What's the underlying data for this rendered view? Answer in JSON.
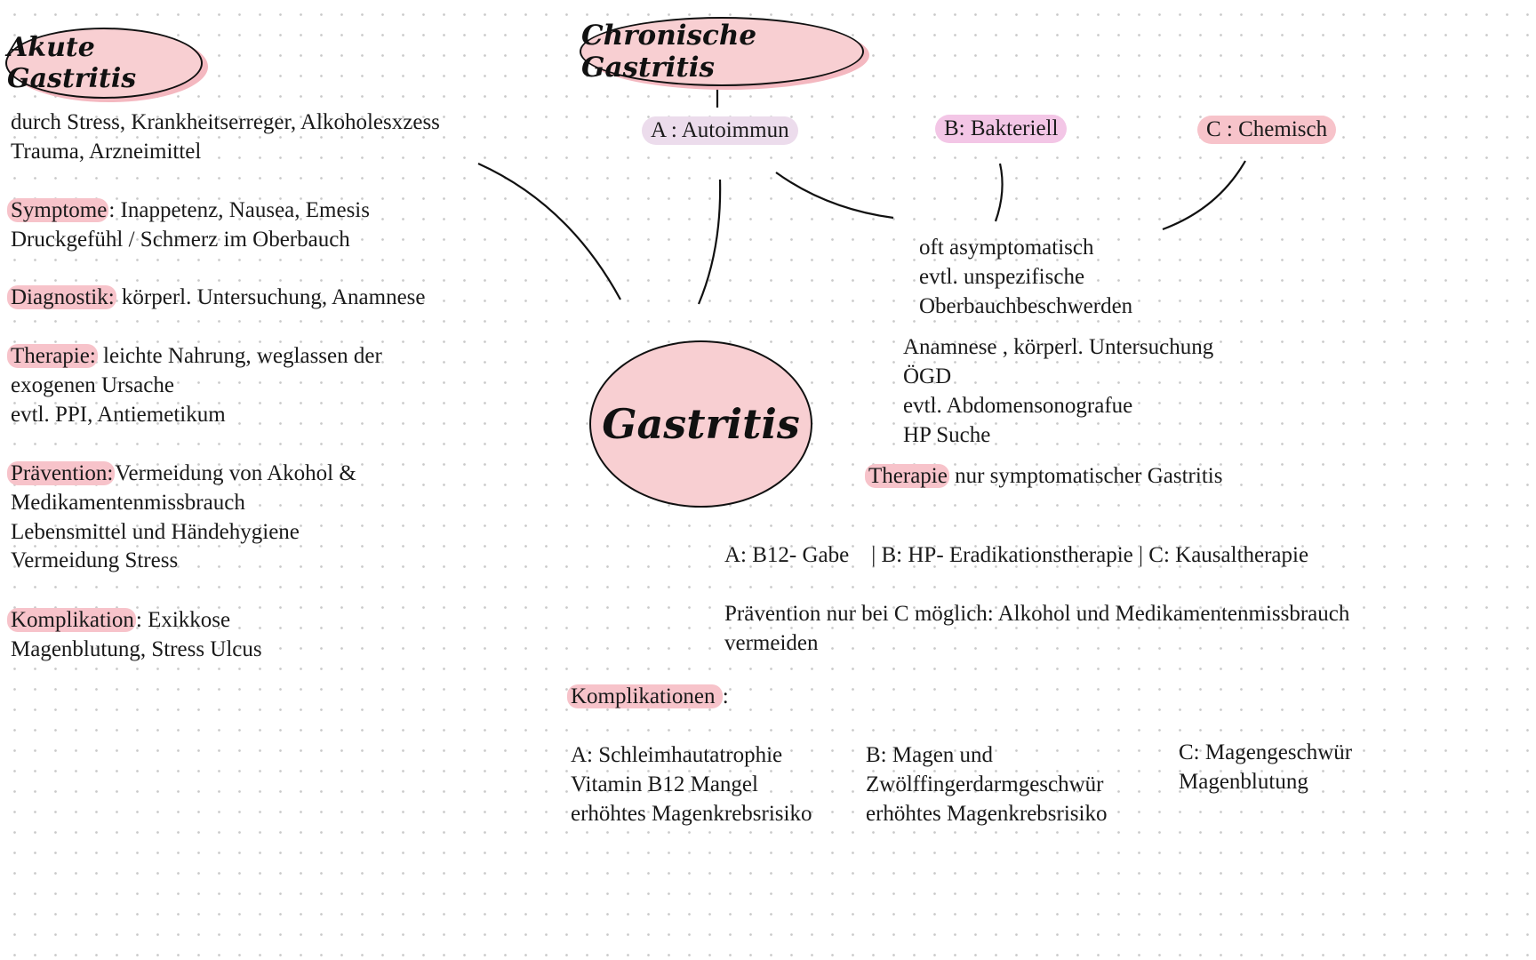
{
  "titles": {
    "acute": "Akute Gastritis",
    "chronic": "Chronische Gastritis",
    "center": "Gastritis"
  },
  "types": {
    "a": "A : Autoimmun",
    "b": "B: Bakteriell",
    "c": "C : Chemisch"
  },
  "acute": {
    "cause1": "durch Stress, Krankheitserreger, Alkoholesxzess",
    "cause2": "Trauma, Arzneimittel",
    "sym_label": "Symptome",
    "sym1": ": Inappetenz, Nausea, Emesis",
    "sym2": "Druckgefühl / Schmerz im Oberbauch",
    "diag_label": "Diagnostik:",
    "diag1": " körperl. Untersuchung, Anamnese",
    "ther_label": "Therapie:",
    "ther1": " leichte Nahrung, weglassen der",
    "ther2": "exogenen Ursache",
    "ther3": "evtl. PPI, Antiemetikum",
    "prev_label": "Prävention:",
    "prev1": "Vermeidung von Akohol &",
    "prev2": "Medikamentenmissbrauch",
    "prev3": "Lebensmittel und Händehygiene",
    "prev4": "Vermeidung Stress",
    "comp_label": "Komplikation",
    "comp1": ": Exikkose",
    "comp2": "Magenblutung, Stress Ulcus"
  },
  "chronic": {
    "sym1": "oft asymptomatisch",
    "sym2": "evtl. unspezifische",
    "sym3": "Oberbauchbeschwerden",
    "diag1": "Anamnese , körperl. Untersuchung",
    "diag2": "ÖGD",
    "diag3": "evtl. Abdomensonografue",
    "diag4": "HP Suche",
    "ther_label": "Therapie",
    "ther1": " nur symptomatischer Gastritis",
    "ther_abc": "A: B12- Gabe    | B: HP- Eradikationstherapie | C: Kausaltherapie",
    "prev1": "Prävention nur bei C möglich: Alkohol und Medikamentenmissbrauch",
    "prev2": "vermeiden",
    "comp_label": "Komplikationen ",
    "comp_colon": ":",
    "comp_a": [
      "A: Schleimhautatrophie",
      "Vitamin B12 Mangel",
      "erhöhtes Magenkrebsrisiko"
    ],
    "comp_b": [
      "B: Magen und",
      "Zwölffingerdarmgeschwür",
      "erhöhtes Magenkrebsrisiko"
    ],
    "comp_c": [
      "C: Magengeschwür",
      "Magenblutung"
    ]
  },
  "colors": {
    "highlight": "#f7c3ca",
    "autoimmun": "#ecdcec",
    "bakteriell": "#f3c6e6",
    "chemisch": "#f7c3ca"
  }
}
